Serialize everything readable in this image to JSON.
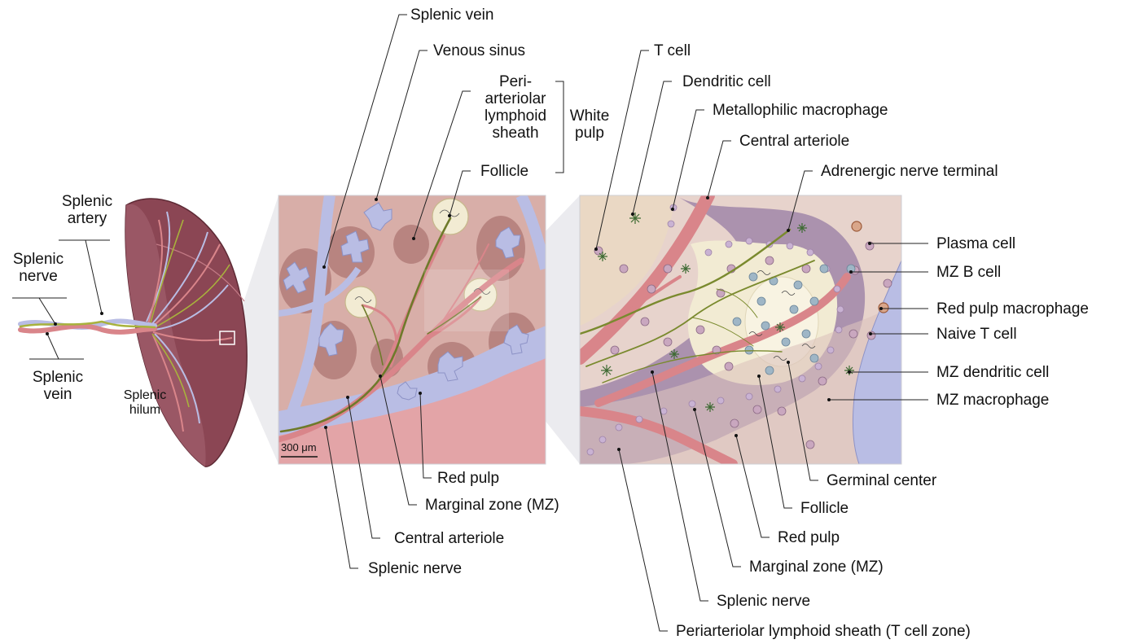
{
  "colors": {
    "red_pulp": "#d8aea8",
    "white_pulp": "#f2ebd3",
    "vein": "#b9bde4",
    "artery": "#d9858a",
    "nerve": "#8c9a3a",
    "marginal_zone": "#ab92ae",
    "spleen_capsule": "#8b4654"
  },
  "labels": {
    "splenic_vein_top": "Splenic vein",
    "venous_sinus": "Venous sinus",
    "pals_short": "Peri-\narteriolar\nlymphoid\nsheath",
    "white_pulp": "White\npulp",
    "follicle_mid": "Follicle",
    "splenic_artery_left": "Splenic\nartery",
    "splenic_nerve_left": "Splenic\nnerve",
    "splenic_vein_left": "Splenic\nvein",
    "splenic_hilum": "Splenic\nhilum",
    "scale_bar": "300 μm",
    "red_pulp_mid": "Red pulp",
    "marginal_zone_mid": "Marginal zone (MZ)",
    "central_arteriole_mid": "Central arteriole",
    "splenic_nerve_mid": "Splenic nerve",
    "t_cell": "T cell",
    "dendritic_cell": "Dendritic cell",
    "metallophilic_macrophage": "Metallophilic macrophage",
    "central_arteriole_right": "Central arteriole",
    "adrenergic_nerve_terminal": "Adrenergic nerve terminal",
    "plasma_cell": "Plasma cell",
    "mz_b_cell": "MZ B cell",
    "red_pulp_macrophage": "Red pulp macrophage",
    "naive_t_cell": "Naive T cell",
    "mz_dendritic_cell": "MZ dendritic cell",
    "mz_macrophage": "MZ macrophage",
    "germinal_center": "Germinal center",
    "follicle_right": "Follicle",
    "red_pulp_right": "Red pulp",
    "marginal_zone_right": "Marginal zone (MZ)",
    "splenic_nerve_right": "Splenic nerve",
    "pals_full": "Periarteriolar lymphoid sheath (T cell zone)"
  }
}
